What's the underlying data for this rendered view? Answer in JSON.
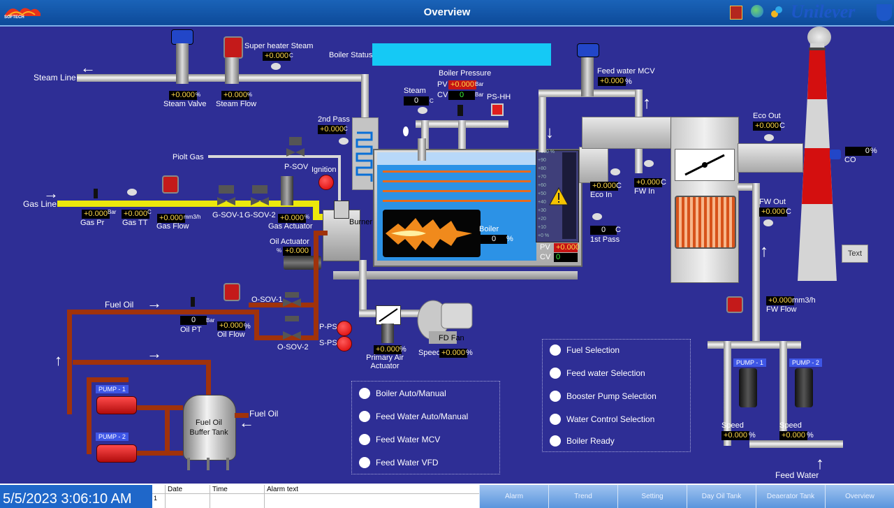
{
  "header": {
    "title": "Overview",
    "logo_text": "SOFTECH",
    "brand": "Unilever"
  },
  "boiler_status": {
    "label": "Boiler Status",
    "color": "#15c9f5"
  },
  "steam_line": {
    "label": "Steam Line"
  },
  "superheater": {
    "label": "Super heater Steam",
    "value": "+0.000",
    "unit": "C"
  },
  "steam_valve": {
    "value": "+0.000",
    "unit": "%",
    "label": "Steam Valve"
  },
  "steam_flow": {
    "value": "+0.000",
    "unit": "%",
    "label": "Steam Flow"
  },
  "second_pass": {
    "label": "2nd Pass",
    "value": "+0.000",
    "unit": "C"
  },
  "steam_temp": {
    "label": "Steam",
    "value": "0",
    "unit": "C"
  },
  "boiler_pressure": {
    "label": "Boiler Pressure",
    "pv_label": "PV",
    "pv_value": "+0.000",
    "cv_label": "CV",
    "cv_value": "0",
    "unit": "Bar"
  },
  "ps_hh": {
    "label": "PS-HH"
  },
  "pilot_gas": {
    "label": "Piolt Gas",
    "valve": "P-SOV"
  },
  "ignition": {
    "label": "Ignition"
  },
  "gas_line": {
    "label": "Gas Line"
  },
  "gas_pr": {
    "value": "+0.000",
    "unit": "Bar",
    "label": "Gas Pr"
  },
  "gas_tt": {
    "value": "+0.000",
    "unit": "C",
    "label": "Gas TT"
  },
  "gas_flow": {
    "value": "+0.000",
    "unit": "mm3/h",
    "label": "Gas Flow"
  },
  "gas_valves": {
    "sov1": "G-SOV-1",
    "sov2": "G-SOV-2"
  },
  "gas_actuator": {
    "value": "+0.000",
    "unit": "%",
    "label": "Gas Actuator"
  },
  "burner": {
    "label": "Burner"
  },
  "oil_actuator": {
    "label": "Oil Actuator",
    "value": "+0.000",
    "unit": "%"
  },
  "boiler_level": {
    "label": "Boiler",
    "value": "0",
    "unit": "%",
    "pv_label": "PV",
    "pv_value": "+0.000",
    "cv_label": "CV",
    "cv_value": "0"
  },
  "level_scale": [
    "+100 %",
    "+90",
    "+80",
    "+70",
    "+60",
    "+50",
    "+40",
    "+30",
    "+20",
    "+10",
    "+0 %"
  ],
  "first_pass": {
    "value": "0",
    "unit": "C",
    "label": "1st Pass"
  },
  "feed_water_mcv": {
    "label": "Feed water MCV",
    "value": "+0.000",
    "unit": "%"
  },
  "eco_in": {
    "value": "+0.000",
    "unit": "C",
    "label": "Eco In"
  },
  "fw_in": {
    "value": "+0.000",
    "unit": "C",
    "label": "FW In"
  },
  "eco_out": {
    "label": "Eco Out",
    "value": "+0.000",
    "unit": "C"
  },
  "co": {
    "value": "0",
    "unit": "%",
    "label": "CO"
  },
  "fw_out": {
    "label": "FW Out",
    "value": "+0.000",
    "unit": "C"
  },
  "text_button": {
    "label": "Text"
  },
  "fw_flow": {
    "value": "+0.000",
    "unit": "mm3/h",
    "label": "FW Flow"
  },
  "fuel_oil": {
    "label": "Fuel Oil"
  },
  "oil_pt": {
    "value": "0",
    "unit": "Bar",
    "label": "Oil PT"
  },
  "oil_flow": {
    "value": "+0.000",
    "unit": "%",
    "label": "Oil Flow"
  },
  "oil_valves": {
    "sov1": "O-SOV-1",
    "sov2": "O-SOV-2"
  },
  "pressure_switches": {
    "pps": "P-PS",
    "sps": "S-PS"
  },
  "primary_air": {
    "value": "+0.000",
    "unit": "%",
    "label": "Primary Air Actuator"
  },
  "fd_fan": {
    "label": "FD Fan",
    "speed_label": "Speed",
    "value": "+0.000",
    "unit": "%"
  },
  "oil_pumps": {
    "pump1": "PUMP - 1",
    "pump2": "PUMP - 2"
  },
  "buffer_tank": {
    "label": "Fuel Oil Buffer Tank",
    "fuel_oil_in": "Fuel Oil"
  },
  "selections_left": [
    "Boiler Auto/Manual",
    "Feed Water Auto/Manual",
    "Feed Water MCV",
    "Feed Water VFD"
  ],
  "selections_right": [
    "Fuel Selection",
    "Feed water Selection",
    "Booster Pump Selection",
    "Water Control Selection",
    "Boiler Ready"
  ],
  "fw_pumps": {
    "pump1": "PUMP - 1",
    "pump2": "PUMP - 2",
    "speed_label": "Speed",
    "speed1": "+0.000",
    "speed2": "+0.000",
    "unit": "%"
  },
  "feed_water": {
    "label": "Feed Water"
  },
  "footer": {
    "datetime": "5/5/2023 3:06:10 AM",
    "alarm_headers": [
      "Date",
      "Time",
      "Alarm text"
    ],
    "alarm_row_index": "1",
    "nav": [
      "Alarm",
      "Trend",
      "Setting",
      "Day Oil Tank",
      "Deaerator Tank",
      "Overview"
    ]
  },
  "colors": {
    "background": "#2e2e95",
    "title_bar": "#1a63b8",
    "oil_pipe": "#a0320b",
    "gas_pipe": "#ece80c",
    "stack_red": "#d40f0f"
  }
}
